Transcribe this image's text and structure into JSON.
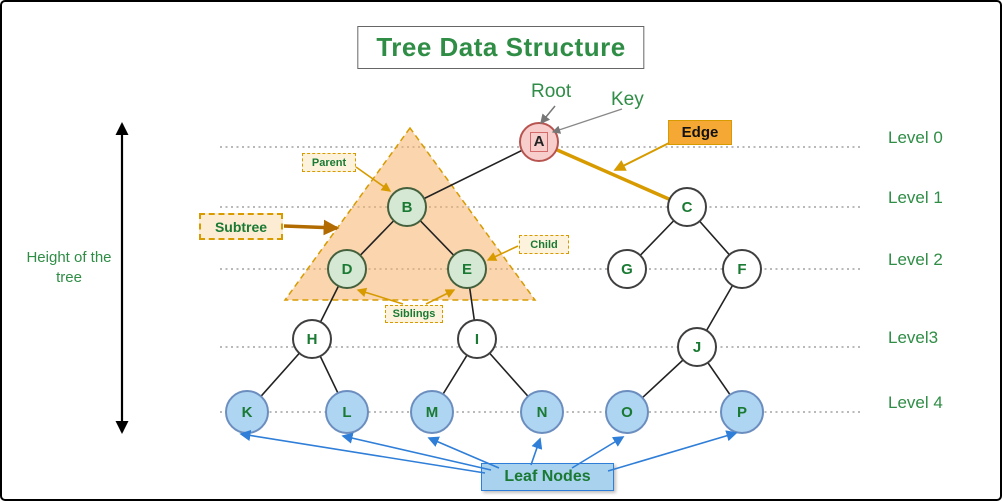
{
  "title": "Tree Data Structure",
  "levels": [
    "Level 0",
    "Level 1",
    "Level 2",
    "Level3",
    "Level 4"
  ],
  "labels": {
    "root": "Root",
    "key": "Key",
    "edge": "Edge",
    "parent": "Parent",
    "subtree": "Subtree",
    "child": "Child",
    "siblings": "Siblings",
    "leaf_nodes": "Leaf Nodes",
    "height_of_tree": "Height of the tree"
  },
  "nodes": {
    "A": "A",
    "B": "B",
    "C": "C",
    "D": "D",
    "E": "E",
    "F": "F",
    "G": "G",
    "H": "H",
    "I": "I",
    "J": "J",
    "K": "K",
    "L": "L",
    "M": "M",
    "N": "N",
    "O": "O",
    "P": "P"
  },
  "tree": {
    "root": "A",
    "edges": [
      [
        "A",
        "B"
      ],
      [
        "A",
        "C"
      ],
      [
        "B",
        "D"
      ],
      [
        "B",
        "E"
      ],
      [
        "C",
        "G"
      ],
      [
        "C",
        "F"
      ],
      [
        "D",
        "H"
      ],
      [
        "E",
        "I"
      ],
      [
        "F",
        "J"
      ],
      [
        "H",
        "K"
      ],
      [
        "H",
        "L"
      ],
      [
        "I",
        "M"
      ],
      [
        "I",
        "N"
      ],
      [
        "J",
        "O"
      ],
      [
        "J",
        "P"
      ]
    ],
    "leaves": [
      "K",
      "L",
      "M",
      "N",
      "O",
      "P"
    ],
    "subtree_nodes": [
      "B",
      "D",
      "E"
    ],
    "highlighted_edge": [
      "A",
      "C"
    ],
    "parent_example": "B",
    "child_example": "E",
    "sibling_examples": [
      "D",
      "E"
    ]
  },
  "colors": {
    "accent_green": "#2f8d46",
    "root_node_fill": "#f8cecc",
    "root_node_stroke": "#b85450",
    "subtree_node_fill": "#d5e8d4",
    "plain_node_fill": "#ffffff",
    "leaf_node_fill": "#aed5f2",
    "leaf_node_stroke": "#6c8ebf",
    "edge_highlight": "#d79b00",
    "subtree_triangle_fill": "#f5b26b",
    "annotation_box_bg": "#fdf3dd",
    "edge_label_bg": "#f5a833",
    "leaf_label_bg": "#a9d2ef",
    "leaf_arrow_blue": "#2f7ed8"
  }
}
